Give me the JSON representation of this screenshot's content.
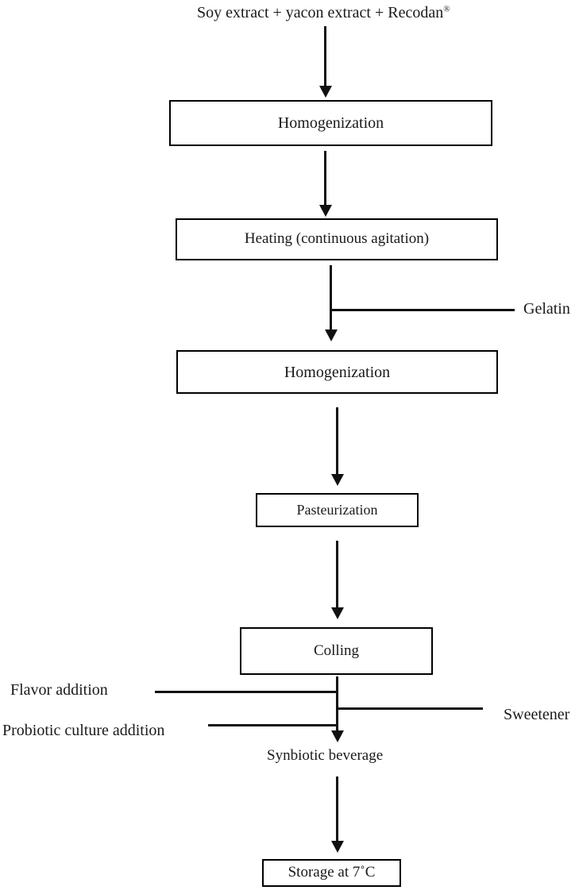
{
  "diagram": {
    "type": "process-flowchart",
    "title_text": "Soy extract + yacon extract + Recodan",
    "title_superscript": "®",
    "nodes": [
      {
        "id": "homogenization-1",
        "label": "Homogenization"
      },
      {
        "id": "heating",
        "label": "Heating (continuous agitation)"
      },
      {
        "id": "homogenization-2",
        "label": "Homogenization"
      },
      {
        "id": "pasteurization",
        "label": "Pasteurization"
      },
      {
        "id": "colling",
        "label": "Colling"
      },
      {
        "id": "storage",
        "label": "Storage at 7˚C"
      }
    ],
    "free_labels": [
      {
        "id": "synbiotic-beverage",
        "label": "Synbiotic beverage"
      }
    ],
    "side_inputs": [
      {
        "id": "gelatin",
        "label": "Gelatin",
        "side": "right"
      },
      {
        "id": "flavor-addition",
        "label": "Flavor addition",
        "side": "left"
      },
      {
        "id": "sweetener",
        "label": "Sweetener",
        "side": "right"
      },
      {
        "id": "probiotic-culture-addition",
        "label": "Probiotic culture addition",
        "side": "left"
      }
    ],
    "colors": {
      "stroke": "#111111",
      "box_border": "#000000",
      "background": "#ffffff",
      "text": "#1a1a1a"
    }
  }
}
